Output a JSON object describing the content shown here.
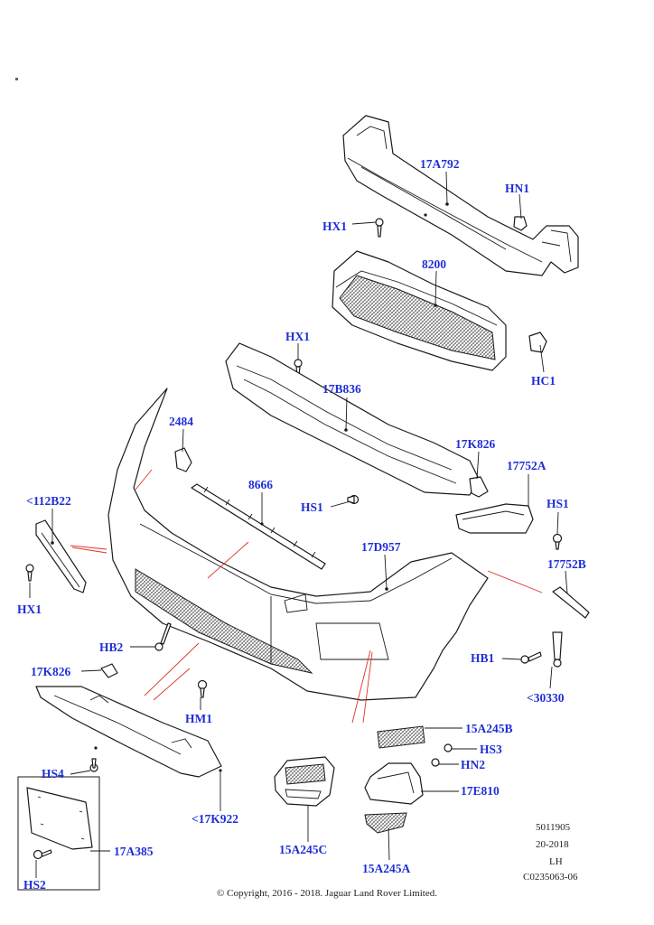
{
  "callouts": {
    "c17A792": "17A792",
    "cHN1": "HN1",
    "cHX1_top": "HX1",
    "c8200": "8200",
    "cHX1_mid": "HX1",
    "cHC1": "HC1",
    "c17B836": "17B836",
    "c2484": "2484",
    "c17K826_right": "17K826",
    "c17752A": "17752A",
    "c112B22": "<112B22",
    "c8666": "8666",
    "cHS1_left": "HS1",
    "cHS1_right": "HS1",
    "c17D957": "17D957",
    "c17752B": "17752B",
    "cHX1_left": "HX1",
    "cHB2": "HB2",
    "cHB1": "HB1",
    "c17K826_left": "17K826",
    "c30330": "<30330",
    "cHM1": "HM1",
    "c15A245B": "15A245B",
    "cHS3": "HS3",
    "cHS4": "HS4",
    "cHN2": "HN2",
    "c17E810": "17E810",
    "c17K922": "<17K922",
    "c17A385": "17A385",
    "c15A245C": "15A245C",
    "cHS2": "HS2",
    "c15A245A": "15A245A"
  },
  "meta": {
    "line1": "5011905",
    "line2": "20-2018",
    "line3": "LH",
    "line4": "C0235063-06"
  },
  "copyright": "© Copyright, 2016 - 2018. Jaguar Land Rover Limited.",
  "colors": {
    "callout_text": "#1f2fd6",
    "line_art": "#1a1a1a",
    "guide_lines": "#e0302a"
  }
}
